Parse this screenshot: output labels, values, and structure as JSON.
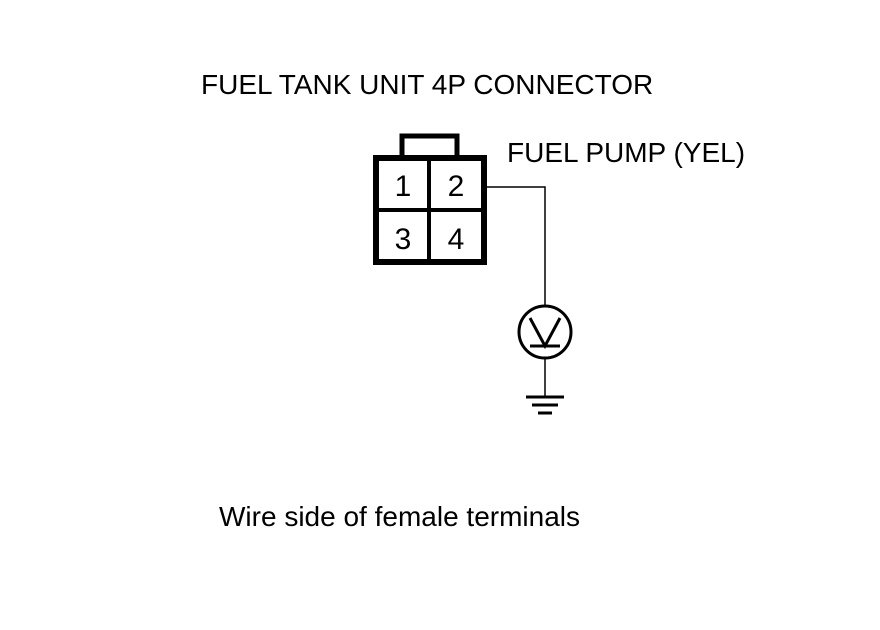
{
  "diagram": {
    "title": "FUEL TANK UNIT 4P CONNECTOR",
    "wire_label": "FUEL PUMP (YEL)",
    "caption": "Wire side of female terminals",
    "connector": {
      "pins": [
        "1",
        "2",
        "3",
        "4"
      ]
    },
    "meter": {
      "symbol": "V",
      "icon": "voltmeter-icon"
    },
    "ground_icon": "ground-icon",
    "colors": {
      "line": "#000000",
      "background": "#ffffff"
    }
  }
}
